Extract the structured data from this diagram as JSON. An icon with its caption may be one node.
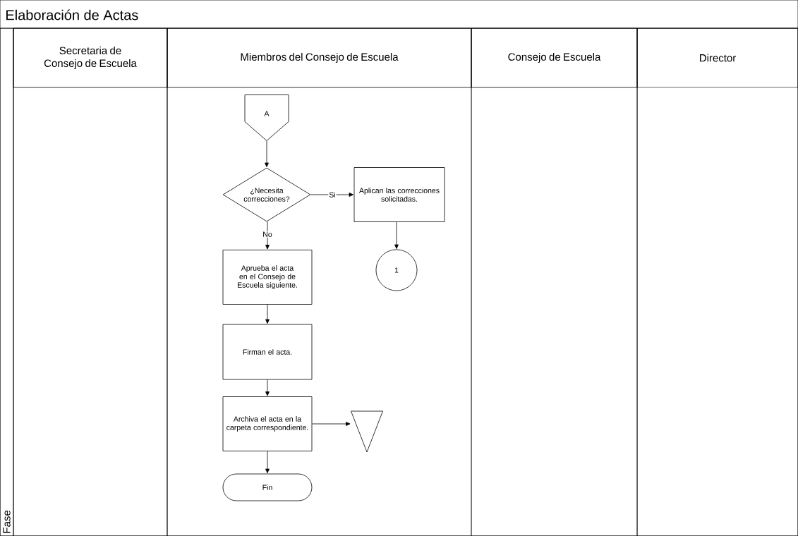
{
  "diagram": {
    "nodes": [
      {
        "text": [
          "Elaboración de Actas"
        ]
      },
      {
        "text": [
          "Secretaria de Consejo de Escuela"
        ],
        "in": 0
      },
      {
        "text": [
          "Miembros del Consejo de Escuela"
        ],
        "in": 0
      },
      {
        "text": [
          "Consejo de Escuela"
        ],
        "in": 0
      },
      {
        "text": [
          "Director"
        ],
        "in": 0
      },
      {
        "text": [
          "Fase"
        ],
        "in": 0
      },
      {
        "text": [
          "A"
        ],
        "in": 2
      },
      {
        "text": [
          "¿Necesita correcciones?"
        ],
        "in": 2
      },
      {
        "text": [
          "Aplican las correcciones solicitadas."
        ],
        "in": 2
      },
      {
        "text": [
          "1"
        ],
        "in": 2
      },
      {
        "text": [
          "Aprueba el acta en el Consejo de Escuela siguiente."
        ],
        "in": 2
      },
      {
        "text": [
          "Firman el acta."
        ],
        "in": 2
      },
      {
        "text": [
          "Archiva el acta en la carpeta correspondiente."
        ],
        "in": 2
      },
      {
        "text": [],
        "shape": "triangle",
        "in": 2
      },
      {
        "text": [
          "Fin"
        ],
        "in": 2
      }
    ],
    "edges": [
      {
        "from": 6,
        "to": 7,
        "arrow": "to"
      },
      {
        "from": 7,
        "to": 8,
        "arrow": "to",
        "label": "Si"
      },
      {
        "from": 7,
        "to": 10,
        "arrow": "to",
        "label": "No"
      },
      {
        "from": 8,
        "to": 9,
        "arrow": "to"
      },
      {
        "from": 10,
        "to": 11,
        "arrow": "to"
      },
      {
        "from": 11,
        "to": 12,
        "arrow": "to"
      },
      {
        "from": 12,
        "to": 13,
        "arrow": "to"
      },
      {
        "from": 12,
        "to": 14,
        "arrow": "to"
      }
    ]
  }
}
